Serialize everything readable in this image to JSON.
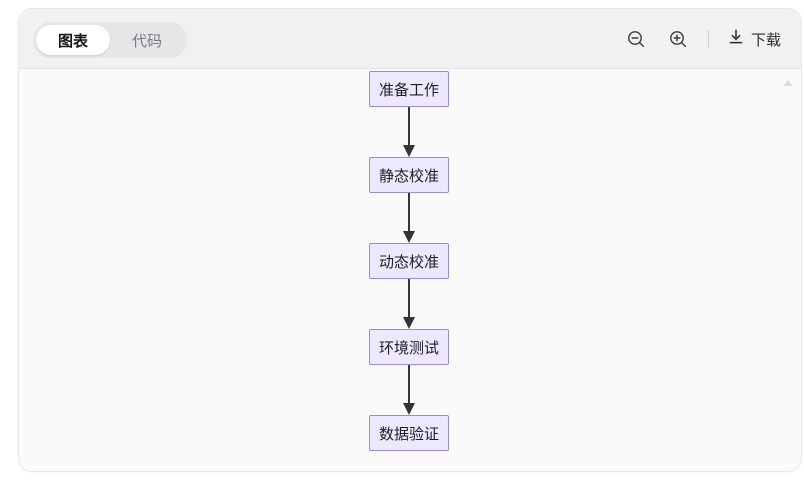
{
  "header": {
    "tabs": [
      {
        "label": "图表",
        "name": "tab-chart",
        "active": true
      },
      {
        "label": "代码",
        "name": "tab-code",
        "active": false
      }
    ],
    "zoom_out_icon": "zoom-out-icon",
    "zoom_in_icon": "zoom-in-icon",
    "download_icon": "download-icon",
    "download_label": "下载"
  },
  "canvas": {
    "scroll_up_icon": "scroll-up-arrow-icon",
    "background_color": "#fafafa"
  },
  "chart_data": {
    "type": "diagram",
    "diagram_kind": "flowchart",
    "direction": "top-to-bottom",
    "title": "",
    "node_style": {
      "fill": "#ece8fd",
      "stroke": "#9f86e0",
      "text_color": "#1f1f22",
      "shape": "rectangle"
    },
    "edge_style": {
      "color": "#333338",
      "arrowhead": "filled-triangle"
    },
    "nodes": [
      {
        "id": "n1",
        "label": "准备工作"
      },
      {
        "id": "n2",
        "label": "静态校准"
      },
      {
        "id": "n3",
        "label": "动态校准"
      },
      {
        "id": "n4",
        "label": "环境测试"
      },
      {
        "id": "n5",
        "label": "数据验证"
      }
    ],
    "edges": [
      {
        "from": "n1",
        "to": "n2",
        "label": ""
      },
      {
        "from": "n2",
        "to": "n3",
        "label": ""
      },
      {
        "from": "n3",
        "to": "n4",
        "label": ""
      },
      {
        "from": "n4",
        "to": "n5",
        "label": ""
      }
    ]
  }
}
